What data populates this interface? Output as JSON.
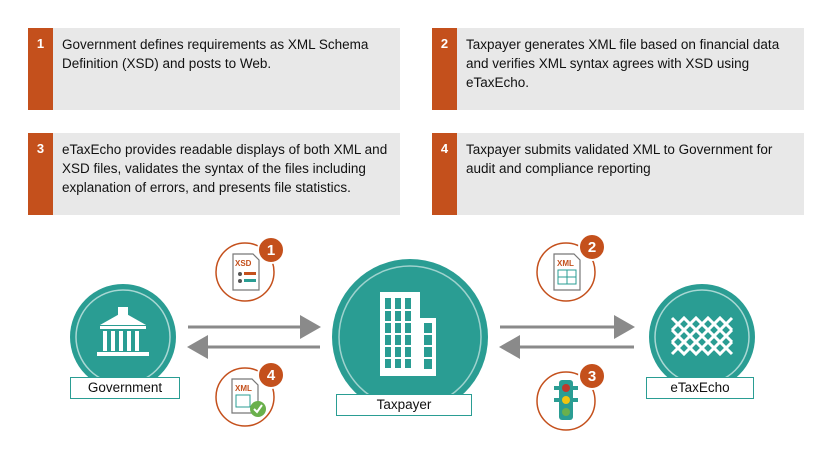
{
  "steps": [
    {
      "num": "1",
      "text": "Government defines requirements as XML Schema Definition (XSD) and posts to Web."
    },
    {
      "num": "2",
      "text": "Taxpayer generates XML file based on financial data and verifies XML syntax agrees with XSD using eTaxEcho."
    },
    {
      "num": "3",
      "text": "eTaxEcho provides readable displays of both XML and XSD files, validates the syntax of the files including explanation of errors, and presents file statistics."
    },
    {
      "num": "4",
      "text": "Taxpayer submits validated XML to Government for audit and compliance reporting"
    }
  ],
  "nodes": {
    "government": "Government",
    "taxpayer": "Taxpayer",
    "etaxecho": "eTaxEcho"
  },
  "badges": {
    "b1": "1",
    "b2": "2",
    "b3": "3",
    "b4": "4"
  },
  "docs": {
    "xsd": "XSD",
    "xml": "XML"
  },
  "colors": {
    "accent": "#c4501c",
    "teal": "#2a9d93",
    "box": "#e8e8e8"
  }
}
